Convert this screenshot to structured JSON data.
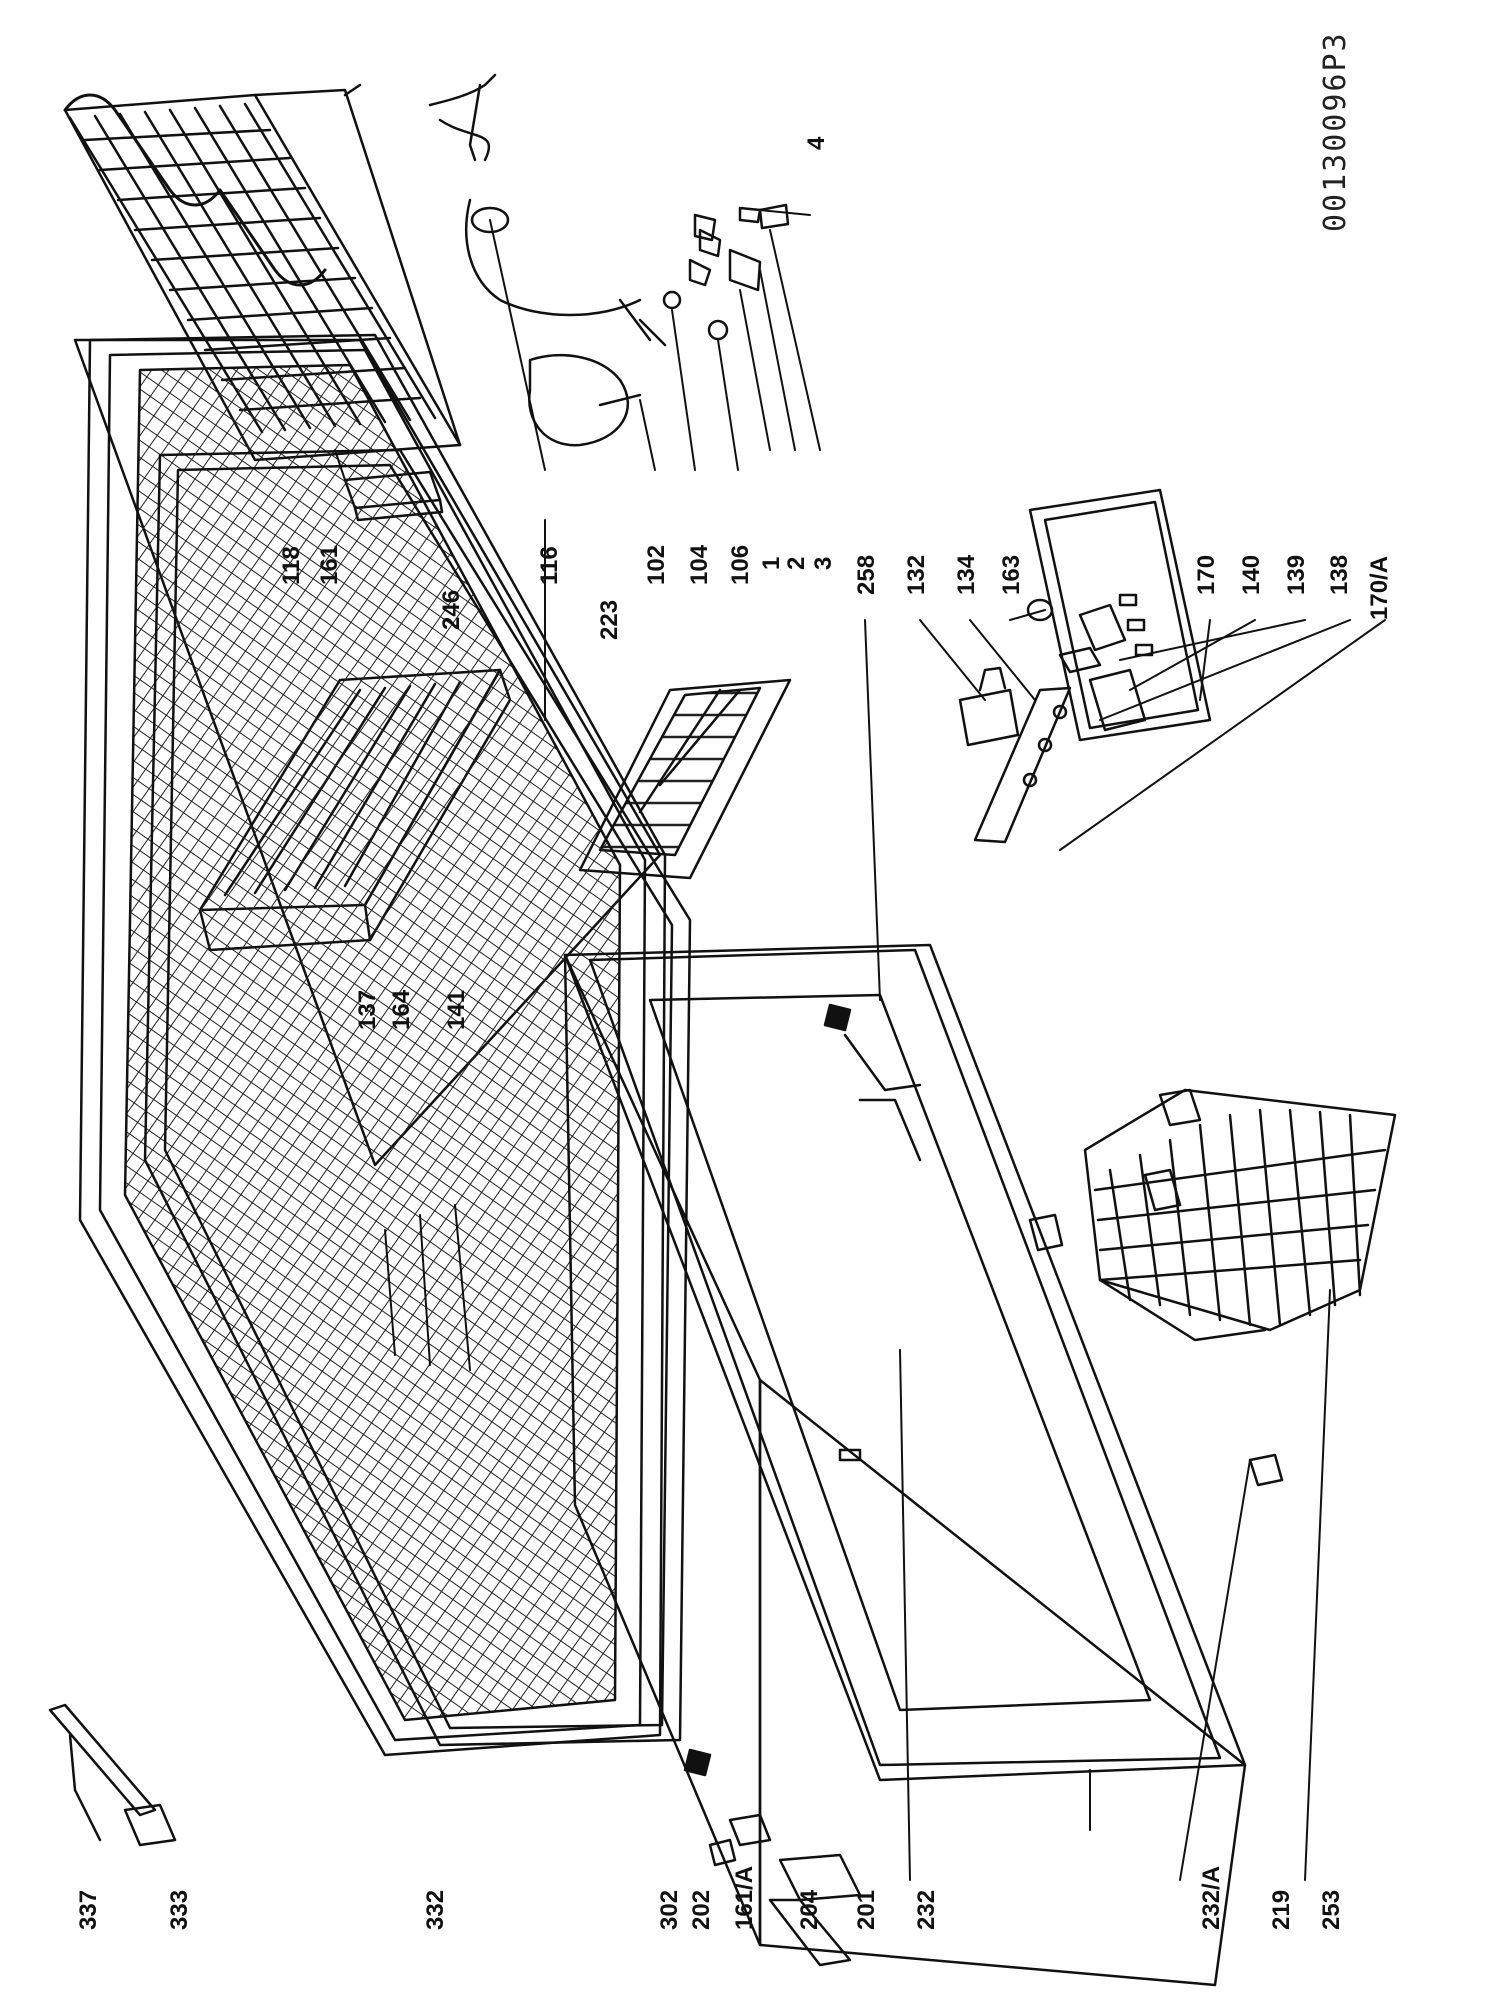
{
  "document_code": "00130096P3",
  "callouts_bottom": [
    "337",
    "333",
    "332",
    "302",
    "202",
    "161/A",
    "204",
    "201",
    "232",
    "232/A",
    "219",
    "253"
  ],
  "callouts_middle": [
    "137",
    "164",
    "141"
  ],
  "callouts_top": [
    "118",
    "161",
    "246",
    "116",
    "223",
    "102",
    "104",
    "106",
    "1",
    "2",
    "3",
    "4"
  ],
  "callouts_right": [
    "258",
    "132",
    "134",
    "163",
    "170",
    "140",
    "139",
    "138",
    "170/A"
  ]
}
